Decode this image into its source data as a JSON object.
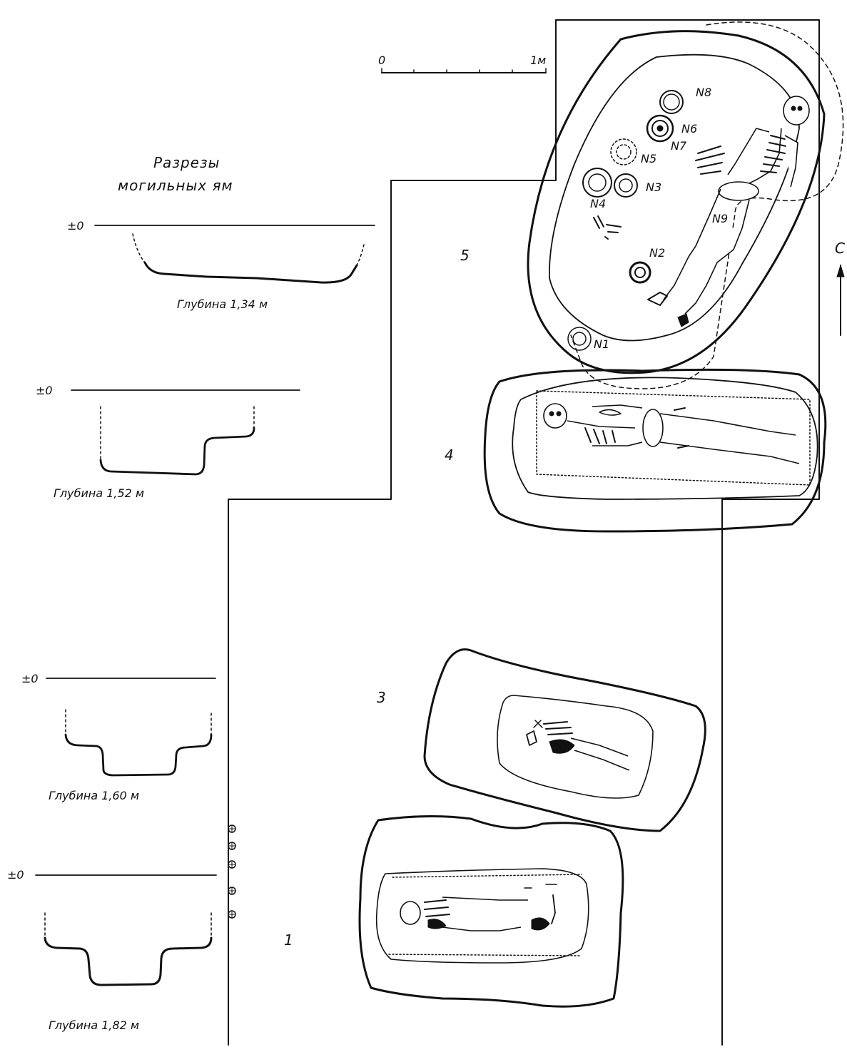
{
  "title": {
    "line1": "Разрезы",
    "line2": "могильных ям"
  },
  "scale_bar": {
    "start_label": "0",
    "end_label": "1м"
  },
  "north_arrow": {
    "label": "С"
  },
  "sections": [
    {
      "level_label": "±0",
      "depth_label": "Глубина 1,34 м"
    },
    {
      "level_label": "±0",
      "depth_label": "Глубина 1,52 м"
    },
    {
      "level_label": "±0",
      "depth_label": "Глубина 1,60 м"
    },
    {
      "level_label": "±0",
      "depth_label": "Глубина 1,82 м"
    }
  ],
  "graves": [
    {
      "number": "5"
    },
    {
      "number": "4"
    },
    {
      "number": "3"
    },
    {
      "number": "1"
    }
  ],
  "finds": [
    "N8",
    "N6",
    "N7",
    "N5",
    "N3",
    "N4",
    "N9",
    "N2",
    "N1"
  ]
}
